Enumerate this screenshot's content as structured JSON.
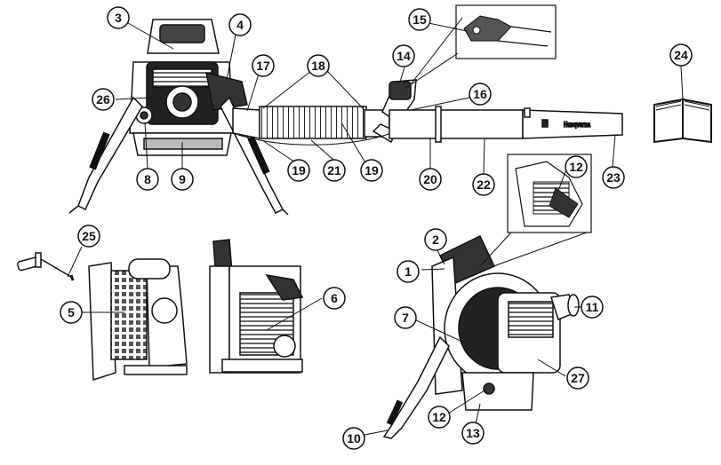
{
  "figure": {
    "callouts": [
      {
        "id": "c3",
        "label": "3"
      },
      {
        "id": "c4",
        "label": "4"
      },
      {
        "id": "c17",
        "label": "17"
      },
      {
        "id": "c18",
        "label": "18"
      },
      {
        "id": "c26",
        "label": "26"
      },
      {
        "id": "c8",
        "label": "8"
      },
      {
        "id": "c9",
        "label": "9"
      },
      {
        "id": "c19a",
        "label": "19"
      },
      {
        "id": "c21",
        "label": "21"
      },
      {
        "id": "c19b",
        "label": "19"
      },
      {
        "id": "c15",
        "label": "15"
      },
      {
        "id": "c14",
        "label": "14"
      },
      {
        "id": "c16",
        "label": "16"
      },
      {
        "id": "c20",
        "label": "20"
      },
      {
        "id": "c22",
        "label": "22"
      },
      {
        "id": "c23",
        "label": "23"
      },
      {
        "id": "c24",
        "label": "24"
      },
      {
        "id": "c12a",
        "label": "12"
      },
      {
        "id": "c25",
        "label": "25"
      },
      {
        "id": "c5",
        "label": "5"
      },
      {
        "id": "c6",
        "label": "6"
      },
      {
        "id": "c2",
        "label": "2"
      },
      {
        "id": "c1",
        "label": "1"
      },
      {
        "id": "c7",
        "label": "7"
      },
      {
        "id": "c11",
        "label": "11"
      },
      {
        "id": "c27",
        "label": "27"
      },
      {
        "id": "c12b",
        "label": "12"
      },
      {
        "id": "c13",
        "label": "13"
      },
      {
        "id": "c10",
        "label": "10"
      }
    ],
    "tube_logo_text": "Husqvarna"
  },
  "icons": {
    "manual": "open-book-icon"
  }
}
